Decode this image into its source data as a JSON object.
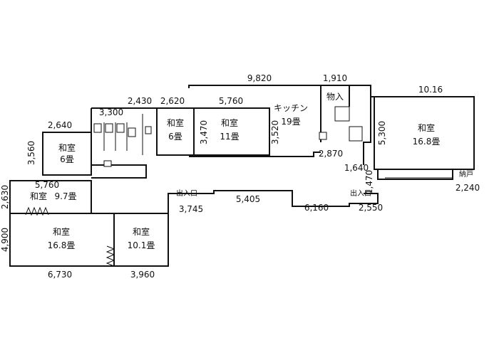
{
  "rooms": {
    "washitsu_6a": [
      "和室",
      "6畳"
    ],
    "washitsu_6b": [
      "和室",
      "6畳"
    ],
    "washitsu_11": [
      "和室",
      "11畳"
    ],
    "kitchen": [
      "キッチン",
      "19畳"
    ],
    "storage": "物入",
    "washitsu_168_right": [
      "和室",
      "16.8畳"
    ],
    "nando": "納戸",
    "washitsu_97": [
      "和室",
      "9.7畳"
    ],
    "washitsu_168_left": [
      "和室",
      "16.8畳"
    ],
    "washitsu_101": [
      "和室",
      "10.1畳"
    ],
    "entrance_left": "出入口",
    "entrance_right": "出入口"
  },
  "dimensions": {
    "d9820": "9,820",
    "d1910": "1,910",
    "d1016": "10.16",
    "d2430": "2,430",
    "d2620": "2,620",
    "d5760_top": "5,760",
    "d3300": "3,300",
    "d2640": "2,640",
    "d3560": "3,560",
    "d3470": "3,470",
    "d3520": "3,520",
    "d5300": "5,300",
    "d2870": "2,870",
    "d1640": "1,640",
    "d1470": "1,470",
    "d2240": "2,240",
    "d5760_left": "5,760",
    "d2630": "2,630",
    "d3745": "3,745",
    "d5405": "5,405",
    "d6160": "6,160",
    "d2550": "2,550",
    "d4900": "4,900",
    "d6730": "6,730",
    "d3960": "3,960"
  }
}
